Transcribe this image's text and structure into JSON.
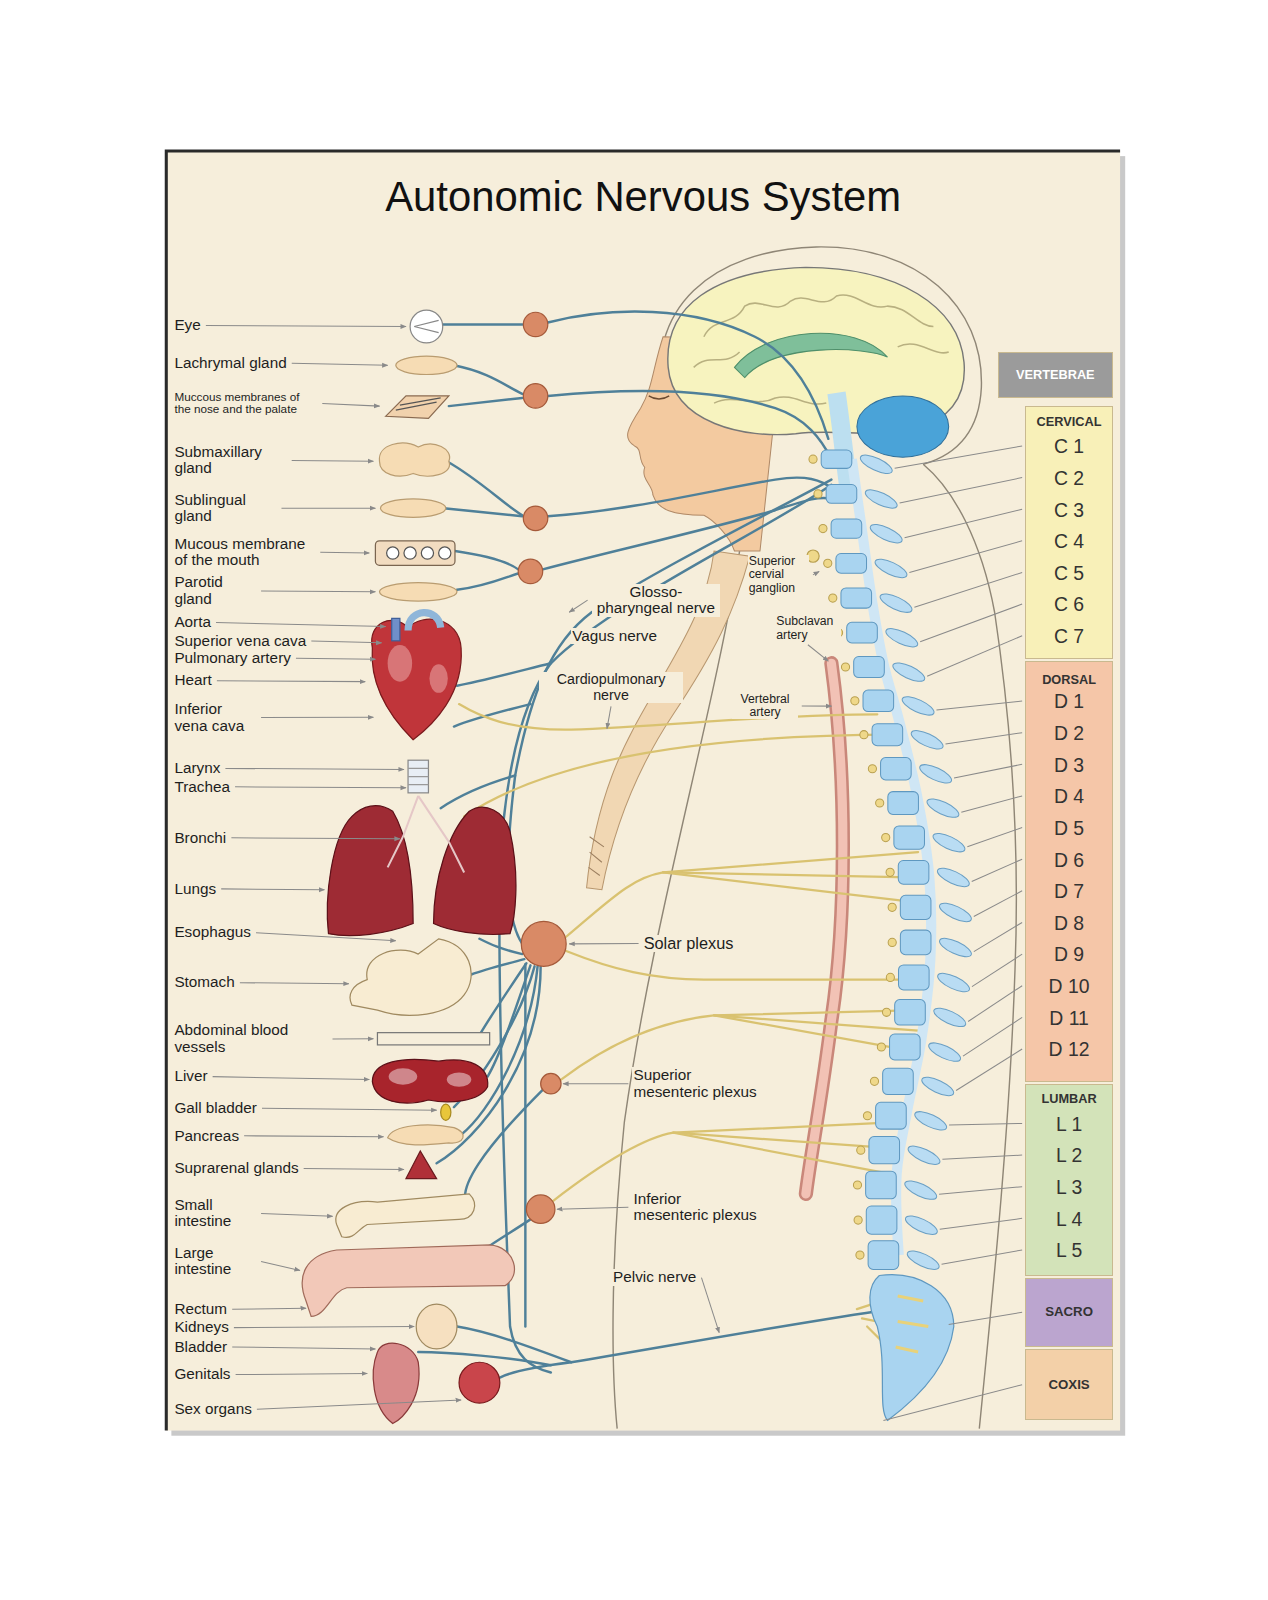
{
  "diagram": {
    "title": "Autonomic Nervous System",
    "nodes": [
      {
        "text": [
          "VERTEBRAE"
        ]
      },
      {
        "text": [
          "CERVICAL",
          "C 1",
          "C 2",
          "C 3",
          "C 4",
          "C 5",
          "C 6",
          "C 7"
        ]
      },
      {
        "text": [
          "DORSAL",
          "D 1",
          "D 2",
          "D 3",
          "D 4",
          "D 5",
          "D 6",
          "D 7",
          "D 8",
          "D 9",
          "D 10",
          "D 11",
          "D 12"
        ]
      },
      {
        "text": [
          "LUMBAR",
          "L 1",
          "L 2",
          "L 3",
          "L 4",
          "L 5"
        ]
      },
      {
        "text": [
          "SACRO"
        ]
      },
      {
        "text": [
          "COXIS"
        ]
      }
    ],
    "labels": [
      "Eye",
      "Lachrymal gland",
      "Muccous membranes of the nose and the palate",
      "Submaxillary gland",
      "Sublingual gland",
      "Mucous membrane of the mouth",
      "Parotid gland",
      "Aorta",
      "Superior vena cava",
      "Pulmonary artery",
      "Heart",
      "Inferior vena cava",
      "Larynx",
      "Trachea",
      "Bronchi",
      "Lungs",
      "Esophagus",
      "Stomach",
      "Abdominal blood vessels",
      "Liver",
      "Gall bladder",
      "Pancreas",
      "Suprarenal glands",
      "Small intestine",
      "Large intestine",
      "Rectum",
      "Kidneys",
      "Bladder",
      "Genitals",
      "Sex organs",
      "Glosso- pharyngeal nerve",
      "Vagus nerve",
      "Superior cervial ganglion",
      "Subclavan artery",
      "Cardiopulmonary nerve",
      "Vertebral artery",
      "Solar plexus",
      "Superior mesenteric plexus",
      "Inferior mesenteric plexus",
      "Pelvic nerve"
    ]
  }
}
